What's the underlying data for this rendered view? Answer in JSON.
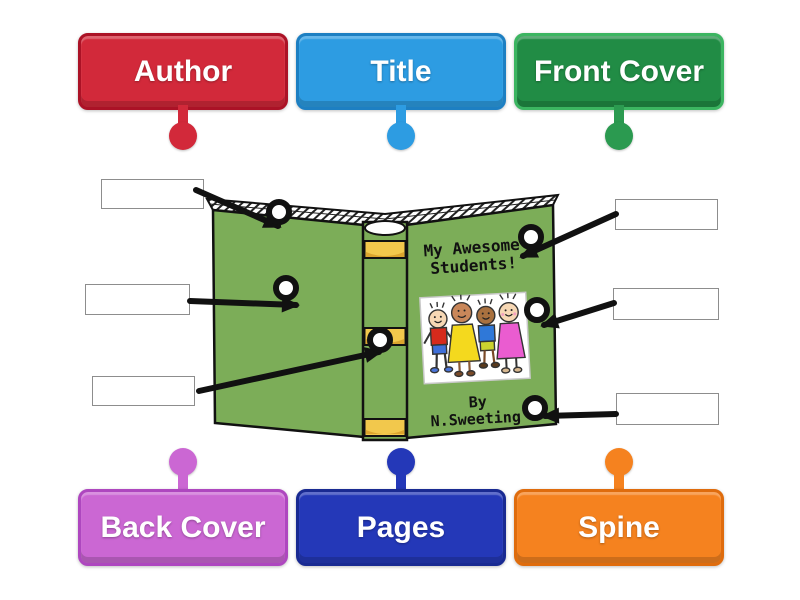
{
  "activity_type": "labelled-diagram",
  "labels": [
    {
      "text": "Author",
      "color": "#d2293a",
      "position": "top-left"
    },
    {
      "text": "Title",
      "color": "#2d9ce2",
      "position": "top-center"
    },
    {
      "text": "Front Cover",
      "color": "#218c45",
      "position": "top-right"
    },
    {
      "text": "Back Cover",
      "color": "#cb67d3",
      "position": "bottom-left"
    },
    {
      "text": "Pages",
      "color": "#2438b8",
      "position": "bottom-center"
    },
    {
      "text": "Spine",
      "color": "#f5821f",
      "position": "bottom-right"
    }
  ],
  "drop_zones": [
    {
      "value": "",
      "position": "left-top"
    },
    {
      "value": "",
      "position": "left-middle"
    },
    {
      "value": "",
      "position": "left-bottom"
    },
    {
      "value": "",
      "position": "right-top"
    },
    {
      "value": "",
      "position": "right-middle"
    },
    {
      "value": "",
      "position": "right-bottom"
    }
  ],
  "book": {
    "cover_color": "#7cad58",
    "band_color": "#f2c84c",
    "title_line1": "My Awesome",
    "title_line2": "Students!",
    "byline_line1": "By",
    "byline_line2": "N.Sweeting"
  }
}
